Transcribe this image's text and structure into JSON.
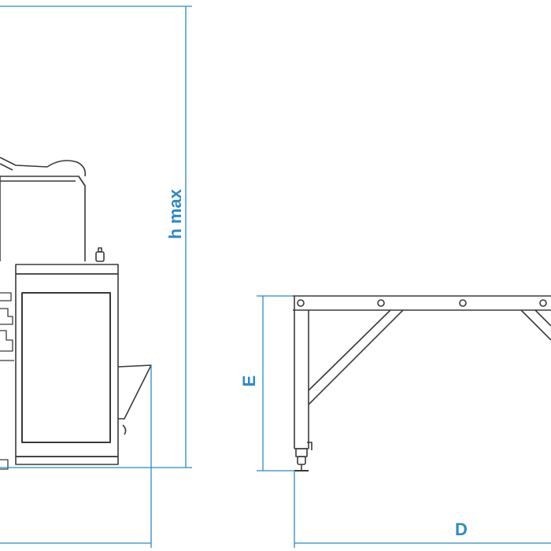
{
  "labels": {
    "h_max": "h max",
    "E": "E",
    "D": "D"
  },
  "colors": {
    "dimension": "#2b8ac6",
    "outline": "#3a3a3a",
    "background": "#ffffff"
  }
}
